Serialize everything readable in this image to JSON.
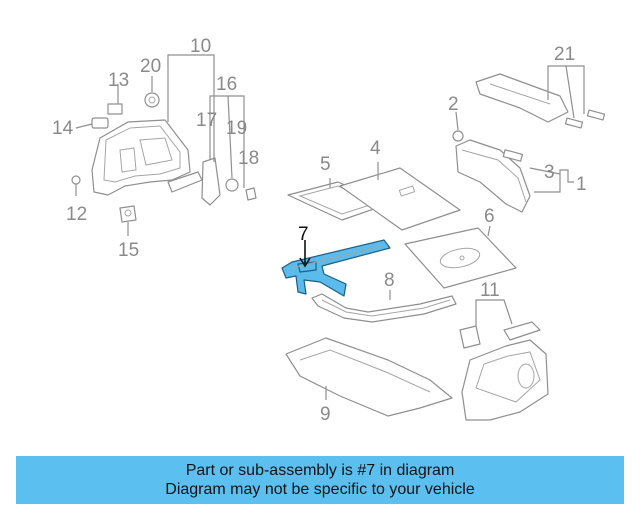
{
  "callouts": {
    "n1": "1",
    "n2": "2",
    "n3": "3",
    "n5": "5",
    "n4": "4",
    "n6": "6",
    "n7": "7",
    "n8": "8",
    "n9": "9",
    "n10": "10",
    "n11": "11",
    "n12": "12",
    "n13": "13",
    "n14": "14",
    "n15": "15",
    "n16": "16",
    "n17": "17",
    "n18": "18",
    "n19": "19",
    "n20": "20",
    "n21": "21"
  },
  "highlight_color": "#5bbbea",
  "banner": {
    "line1": "Part or sub-assembly is #7 in diagram",
    "line2": "Diagram may not be specific to your vehicle",
    "color": "#5bc0f0"
  }
}
